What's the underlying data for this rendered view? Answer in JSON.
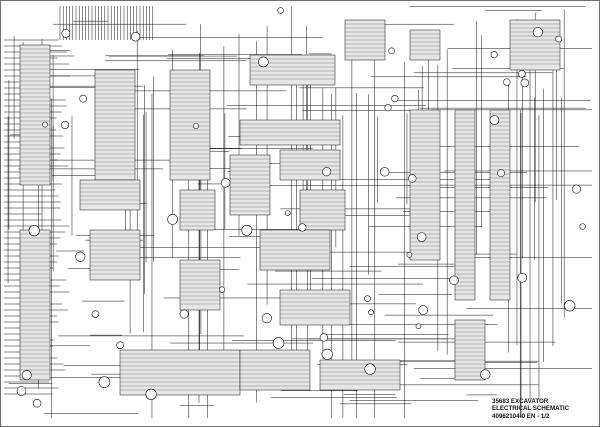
{
  "title_block": {
    "line1": "35683  EXCAVATOR",
    "line2": "ELECTRICAL SCHEMATIC",
    "line3": "40962104-0 EN - 1/2"
  },
  "colors": {
    "background": "#ffffff",
    "ink": "#111111",
    "component": "#e6e6e6"
  }
}
